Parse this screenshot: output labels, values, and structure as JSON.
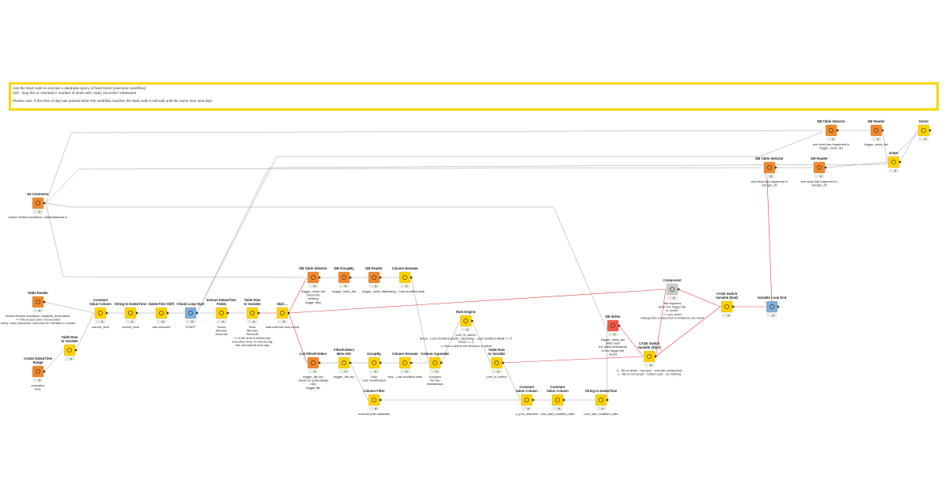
{
  "annotation": {
    "line1": "Use the Wait node to execute a database query at fixed times (execution workflow)",
    "line2": "025 - loop thru a <iteration> number of times with <add_seconds> inbetween",
    "line3": "Please note: If the time of day has passed when the workflow reaches the Wait node it will wait until the same time next day!"
  },
  "colors": {
    "source": "#f0892e",
    "manipulator": "#ffd200",
    "sink": "#f05a48",
    "loop": "#7fb0dc",
    "component": "#cccccc",
    "connection": "#999999",
    "flow_variable": "#e04040",
    "annotation_border": "#f5d800"
  },
  "nodes": [
    {
      "id": "h2",
      "title": "H2 Connector",
      "label": "knime://knime.workflow/../data/database.h",
      "type": "source",
      "icon": "database-connector-icon"
    },
    {
      "id": "tr",
      "title": "Table Reader",
      "label": "knime://knime.workflow/../data/list_times.table\n=> this is your plan of execution\nevery <add_seconds> seconds for <iteration> rounds",
      "type": "source",
      "icon": "table-reader-icon"
    },
    {
      "id": "cdr",
      "title": "Create Date&Time\nRange",
      "label": "execution\ntime",
      "type": "source",
      "icon": "calendar-icon"
    },
    {
      "id": "trv1",
      "title": "Table Row\nto Variable",
      "label": "",
      "type": "manipulator",
      "icon": "table-to-variable-icon"
    },
    {
      "id": "cvc1",
      "title": "Constant\nValue Column",
      "label": "current_time",
      "type": "manipulator",
      "icon": "constant-column-icon"
    },
    {
      "id": "s2d1",
      "title": "String to Date&Time",
      "label": "current_time",
      "type": "manipulator",
      "icon": "string-to-date-icon"
    },
    {
      "id": "dts",
      "title": "Date&Time Shift",
      "label": "add seconds",
      "type": "manipulator",
      "icon": "shift-icon"
    },
    {
      "id": "cls",
      "title": "Chunk Loop Start",
      "label": "START",
      "type": "loop",
      "icon": "loop-start-icon"
    },
    {
      "id": "edt",
      "title": "Extract Date&Time\nFields",
      "label": "Hours\nMinutes\nSeconds",
      "type": "manipulator",
      "icon": "extract-fields-icon"
    },
    {
      "id": "trv2",
      "title": "Table Row\nto Variable",
      "label": "Hour\nMinutes\nSeconds\n=> if the time is before the\nexecution time of current day\nthis will wait till next day",
      "type": "manipulator",
      "icon": "table-to-variable-icon"
    },
    {
      "id": "wait",
      "title": "Wait ...",
      "label": "wait until the next round",
      "type": "manipulator",
      "icon": "clock-icon"
    },
    {
      "id": "dbts1",
      "title": "DB Table Selector",
      "label": "trigger_meta_list\ncheck the\nexisting\ntrigger files",
      "type": "source",
      "icon": "db-table-icon"
    },
    {
      "id": "dbgq",
      "title": "DB GroupBy",
      "label": "trigger_meta_list",
      "type": "source",
      "icon": "db-groupby-icon"
    },
    {
      "id": "dbr1",
      "title": "DB Reader",
      "label": "trigger_meta_list",
      "type": "source",
      "icon": "db-reader-icon"
    },
    {
      "id": "cr1",
      "title": "Column Rename",
      "label": "existing - Last modified date",
      "type": "manipulator",
      "icon": "rename-icon"
    },
    {
      "id": "lff",
      "title": "List Files/Folders",
      "label": "trigger_file.csv\ncheck for (potentially)\nnew\ntrigger file",
      "type": "source",
      "icon": "folder-list-icon"
    },
    {
      "id": "ffmi",
      "title": "Files/Folders\nMeta Info",
      "label": "trigger_file.csv",
      "type": "manipulator",
      "icon": "file-meta-icon"
    },
    {
      "id": "gb",
      "title": "GroupBy",
      "label": "Max\nLast modification",
      "type": "manipulator",
      "icon": "groupby-icon"
    },
    {
      "id": "cr2",
      "title": "Column Rename",
      "label": "new - Last modified date",
      "type": "manipulator",
      "icon": "rename-icon"
    },
    {
      "id": "ca",
      "title": "Column Appender",
      "label": "compare\nthe two\ntimestamps",
      "type": "manipulator",
      "icon": "column-appender-icon"
    },
    {
      "id": "cf",
      "title": "Column Filter",
      "label": "exclude path variables",
      "type": "manipulator",
      "icon": "filter-icon"
    },
    {
      "id": "re",
      "title": "Rule Engine",
      "label": "port_to_select\n$new - Last modified date$ > $existing - Last modified date$ => 0\nTRUE => 1\n=> this is where the decision is made",
      "type": "manipulator",
      "icon": "rule-engine-icon"
    },
    {
      "id": "trv3",
      "title": "Table Row\nto Variable",
      "label": "port_to_select",
      "type": "manipulator",
      "icon": "table-to-variable-icon"
    },
    {
      "id": "cvc2",
      "title": "Constant\nValue Column",
      "label": "s_port_selected",
      "type": "manipulator",
      "icon": "constant-column-icon"
    },
    {
      "id": "cvc3",
      "title": "Constant\nValue Column",
      "label": "new_last_modified_date",
      "type": "manipulator",
      "icon": "constant-column-icon"
    },
    {
      "id": "s2d2",
      "title": "String to Date&Time",
      "label": "new_last_modified_date",
      "type": "manipulator",
      "icon": "string-to-date-icon"
    },
    {
      "id": "dbw",
      "title": "DB Writer",
      "label": "trigger_meta_list\nwrite back\nthe latest timestamp\nof the trigger file\nfound",
      "type": "sink",
      "icon": "db-writer-icon"
    },
    {
      "id": "comp",
      "title": "Component",
      "label": "this happens\nwhen the trigger file\nis newer\n=> you could\nchange this component to whatever you want",
      "type": "component",
      "icon": "component-icon"
    },
    {
      "id": "csve1",
      "title": "CASE Switch\nVariable (End)",
      "label": "",
      "type": "manipulator",
      "icon": "case-end-icon"
    },
    {
      "id": "csvs",
      "title": "CASE Switch\nVariable (Start)",
      "label": "0 - file is newer - top port - execute component\n1 - file is not newer - bottom port - do nothing",
      "type": "manipulator",
      "icon": "case-start-icon"
    },
    {
      "id": "vle",
      "title": "Variable Loop End",
      "label": "",
      "type": "loop",
      "icon": "loop-end-icon"
    },
    {
      "id": "dbts2",
      "title": "DB Table Selector",
      "label": "see what has happened in\ntrigger_meta_list",
      "type": "source",
      "icon": "db-table-icon"
    },
    {
      "id": "dbr2",
      "title": "DB Reader",
      "label": "trigger_meta_list",
      "type": "source",
      "icon": "db-reader-icon"
    },
    {
      "id": "dbts3",
      "title": "DB Table Selector",
      "label": "see what has happened in\nsample_00",
      "type": "source",
      "icon": "db-table-icon"
    },
    {
      "id": "dbr3",
      "title": "DB Reader",
      "label": "see what has happened in\nsample_00",
      "type": "source",
      "icon": "db-reader-icon"
    },
    {
      "id": "joiner",
      "title": "Joiner",
      "label": "",
      "type": "manipulator",
      "icon": "joiner-icon"
    },
    {
      "id": "sorter",
      "title": "Sorter",
      "label": "",
      "type": "manipulator",
      "icon": "sorter-icon"
    }
  ],
  "edges": [
    {
      "from": "h2",
      "to": "dbts1",
      "kind": "data"
    },
    {
      "from": "h2",
      "to": "dbts2",
      "kind": "data"
    },
    {
      "from": "h2",
      "to": "dbts3",
      "kind": "data"
    },
    {
      "from": "h2",
      "to": "dbw",
      "kind": "data"
    },
    {
      "from": "tr",
      "to": "cvc1",
      "kind": "data"
    },
    {
      "from": "cdr",
      "to": "trv1",
      "kind": "data"
    },
    {
      "from": "trv1",
      "to": "cvc1",
      "kind": "data"
    },
    {
      "from": "cvc1",
      "to": "s2d1",
      "kind": "data"
    },
    {
      "from": "s2d1",
      "to": "dts",
      "kind": "data"
    },
    {
      "from": "dts",
      "to": "cls",
      "kind": "data"
    },
    {
      "from": "cls",
      "to": "edt",
      "kind": "data"
    },
    {
      "from": "edt",
      "to": "trv2",
      "kind": "data"
    },
    {
      "from": "trv2",
      "to": "wait",
      "kind": "variable"
    },
    {
      "from": "wait",
      "to": "dbts1",
      "kind": "variable"
    },
    {
      "from": "wait",
      "to": "lff",
      "kind": "variable"
    },
    {
      "from": "dbts1",
      "to": "dbgq",
      "kind": "data"
    },
    {
      "from": "dbgq",
      "to": "dbr1",
      "kind": "data"
    },
    {
      "from": "dbr1",
      "to": "cr1",
      "kind": "data"
    },
    {
      "from": "cr1",
      "to": "ca",
      "kind": "data"
    },
    {
      "from": "lff",
      "to": "ffmi",
      "kind": "data"
    },
    {
      "from": "ffmi",
      "to": "gb",
      "kind": "data"
    },
    {
      "from": "ffmi",
      "to": "cf",
      "kind": "data"
    },
    {
      "from": "gb",
      "to": "cr2",
      "kind": "data"
    },
    {
      "from": "cr2",
      "to": "ca",
      "kind": "data"
    },
    {
      "from": "ca",
      "to": "re",
      "kind": "data"
    },
    {
      "from": "re",
      "to": "trv3",
      "kind": "data"
    },
    {
      "from": "trv3",
      "to": "cvc2",
      "kind": "data"
    },
    {
      "from": "cf",
      "to": "cvc2",
      "kind": "data"
    },
    {
      "from": "cvc2",
      "to": "cvc3",
      "kind": "data"
    },
    {
      "from": "cvc3",
      "to": "s2d2",
      "kind": "data"
    },
    {
      "from": "s2d2",
      "to": "dbw",
      "kind": "data"
    },
    {
      "from": "trv3",
      "to": "csvs",
      "kind": "variable"
    },
    {
      "from": "csvs",
      "to": "comp",
      "kind": "variable"
    },
    {
      "from": "csvs",
      "to": "csve1",
      "kind": "variable"
    },
    {
      "from": "comp",
      "to": "csve1",
      "kind": "variable"
    },
    {
      "from": "comp",
      "to": "wait",
      "kind": "variable"
    },
    {
      "from": "dbw",
      "to": "csvs",
      "kind": "variable"
    },
    {
      "from": "csve1",
      "to": "vle",
      "kind": "variable"
    },
    {
      "from": "vle",
      "to": "dbts3",
      "kind": "variable"
    },
    {
      "from": "dbts2",
      "to": "dbr2",
      "kind": "data"
    },
    {
      "from": "dbts3",
      "to": "dbr3",
      "kind": "data"
    },
    {
      "from": "dbr3",
      "to": "joiner",
      "kind": "data"
    },
    {
      "from": "dbr2",
      "to": "joiner",
      "kind": "data"
    },
    {
      "from": "joiner",
      "to": "sorter",
      "kind": "data"
    },
    {
      "from": "cls",
      "to": "dbts2",
      "kind": "data"
    },
    {
      "from": "cls",
      "to": "sorter",
      "kind": "data"
    }
  ]
}
